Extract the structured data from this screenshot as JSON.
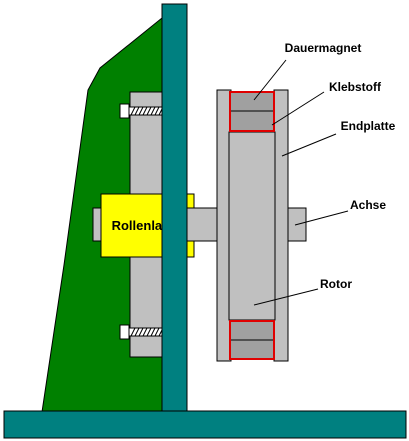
{
  "labels": {
    "permanent_magnet": "Dauermagnet",
    "adhesive": "Klebstoff",
    "end_plate": "Endplatte",
    "axle": "Achse",
    "rotor": "Rotor",
    "roller_bearing": "Rollenlager"
  },
  "colors": {
    "base_teal": "#008080",
    "bracket_green": "#008000",
    "bearing_yellow": "#ffff00",
    "part_gray": "#c0c0c0",
    "magnet_gray": "#a0a0a0",
    "adhesive_red": "#e00000",
    "outline": "#000000",
    "background": "#ffffff"
  }
}
